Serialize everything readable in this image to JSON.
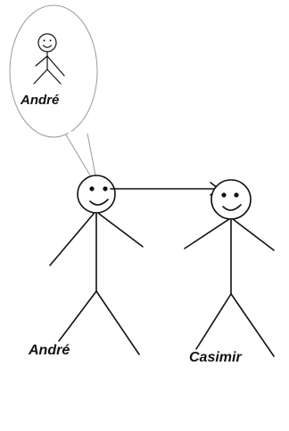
{
  "figures": {
    "thought": {
      "name": "André"
    },
    "left": {
      "name": "André"
    },
    "right": {
      "name": "Casimir"
    }
  },
  "colors": {
    "ink": "#111111",
    "bubble": "#9a9a9a",
    "background": "#ffffff"
  }
}
